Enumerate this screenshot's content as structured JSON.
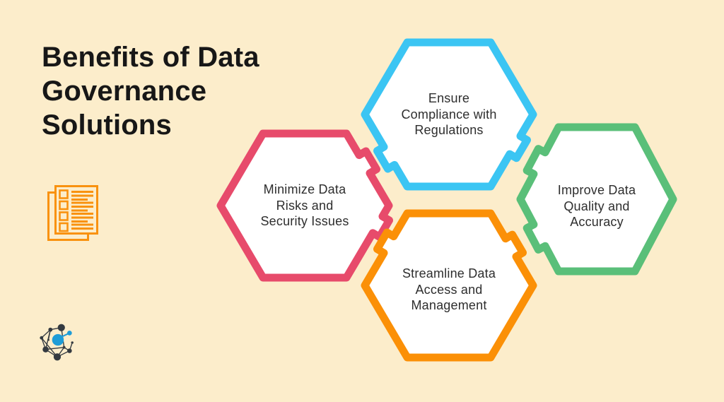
{
  "title": {
    "text": "Benefits of Data Governance Solutions",
    "lines": [
      "Benefits of Data",
      "Governance",
      "Solutions"
    ]
  },
  "hexagons": [
    {
      "name": "ensure-compliance",
      "text": "Ensure Compliance with Regulations",
      "lines": [
        "Ensure",
        "Compliance with",
        "Regulations"
      ],
      "color": "#3BC5F3"
    },
    {
      "name": "minimize-risks",
      "text": "Minimize Data Risks and Security Issues",
      "lines": [
        "Minimize Data",
        "Risks and",
        "Security Issues"
      ],
      "color": "#E74B6B"
    },
    {
      "name": "improve-quality",
      "text": "Improve Data Quality and Accuracy",
      "lines": [
        "Improve Data",
        "Quality and",
        "Accuracy"
      ],
      "color": "#5ABF79"
    },
    {
      "name": "streamline-access",
      "text": "Streamline Data Access and Management",
      "lines": [
        "Streamline Data",
        "Access and",
        "Management"
      ],
      "color": "#FB9007"
    }
  ],
  "icons": {
    "checklist": {
      "name": "checklist-icon",
      "color": "#F9920F"
    },
    "logo": {
      "name": "network-logo-icon",
      "dark": "#343A40",
      "blue": "#1E9CD7"
    }
  },
  "colors": {
    "background": "#FCEDCB",
    "title_text": "#171717",
    "hexagon_fill": "#FFFFFF",
    "hexagon_text": "#2E2E2E"
  }
}
